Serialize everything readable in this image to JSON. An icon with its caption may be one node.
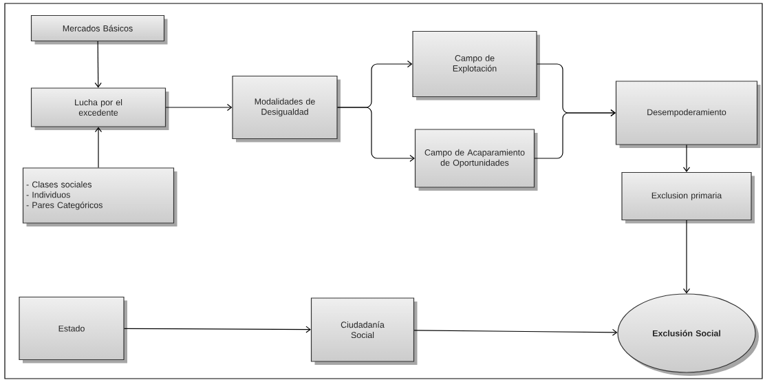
{
  "diagram": {
    "nodes": [
      {
        "text": [
          "Mercados Básicos"
        ]
      },
      {
        "text": [
          "Lucha por el excedente"
        ]
      },
      {
        "text": [
          "- Clases sociales",
          "- Individuos",
          "- Pares Categóricos"
        ]
      },
      {
        "text": [
          "Modalidades de Desigualdad"
        ]
      },
      {
        "text": [
          "Campo de Explotación"
        ]
      },
      {
        "text": [
          "Campo de Acaparamiento de Oportunidades"
        ]
      },
      {
        "text": [
          "Desempoderamiento"
        ]
      },
      {
        "text": [
          "Exclusion primaria"
        ]
      },
      {
        "text": [
          "Estado"
        ]
      },
      {
        "text": [
          "Ciudadanía Social"
        ]
      },
      {
        "text": [
          "Exclusión Social"
        ]
      }
    ],
    "edges": [
      {
        "from": 0,
        "to": 1,
        "arrow": "to"
      },
      {
        "from": 2,
        "to": 1,
        "arrow": "to"
      },
      {
        "from": 1,
        "to": 3,
        "arrow": "to"
      },
      {
        "from": 3,
        "to": 4,
        "arrow": "to"
      },
      {
        "from": 3,
        "to": 5,
        "arrow": "to"
      },
      {
        "from": 4,
        "to": 6,
        "arrow": "to"
      },
      {
        "from": 5,
        "to": 6,
        "arrow": "to"
      },
      {
        "from": 6,
        "to": 7,
        "arrow": "to"
      },
      {
        "from": 7,
        "to": 10,
        "arrow": "to"
      },
      {
        "from": 8,
        "to": 9,
        "arrow": "to"
      },
      {
        "from": 9,
        "to": 10,
        "arrow": "to"
      }
    ]
  }
}
